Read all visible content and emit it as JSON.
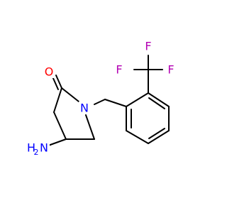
{
  "molecule": {
    "atoms": {
      "o": {
        "symbol": "O",
        "color": "#ff0000"
      },
      "n": {
        "symbol": "N",
        "color": "#0000ff"
      },
      "nh2": {
        "symbol": "H",
        "sub": "2",
        "color": "#0000ff"
      },
      "nh2_n": {
        "symbol": "N",
        "color": "#0000ff"
      },
      "f1": {
        "symbol": "F",
        "color": "#b300b3"
      },
      "f2": {
        "symbol": "F",
        "color": "#b300b3"
      },
      "f3": {
        "symbol": "F",
        "color": "#b300b3"
      }
    },
    "colors": {
      "bond": "#000000",
      "oxygen": "#ff0000",
      "nitrogen": "#0000ff",
      "fluorine": "#b300b3"
    }
  }
}
